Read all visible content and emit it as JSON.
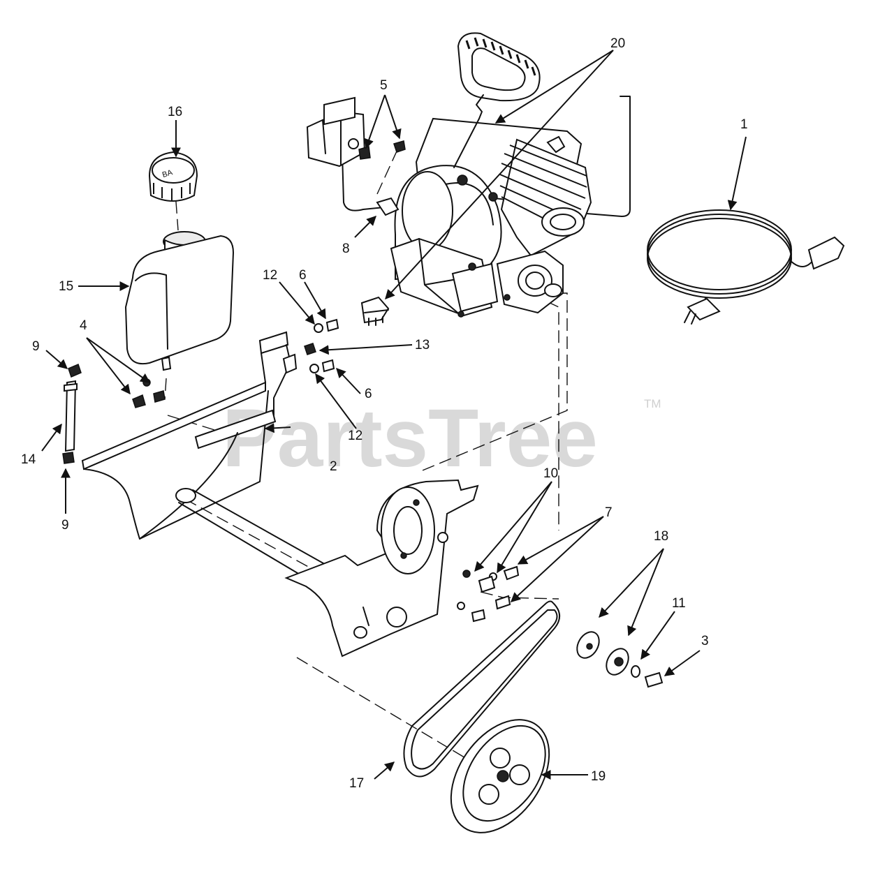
{
  "watermark": {
    "text": "PartsTree",
    "trademark": "TM"
  },
  "callouts": [
    {
      "id": "c1",
      "label": "1"
    },
    {
      "id": "c2",
      "label": "2"
    },
    {
      "id": "c3",
      "label": "3"
    },
    {
      "id": "c4",
      "label": "4"
    },
    {
      "id": "c5",
      "label": "5"
    },
    {
      "id": "c6a",
      "label": "6"
    },
    {
      "id": "c6b",
      "label": "6"
    },
    {
      "id": "c7",
      "label": "7"
    },
    {
      "id": "c8",
      "label": "8"
    },
    {
      "id": "c9a",
      "label": "9"
    },
    {
      "id": "c9b",
      "label": "9"
    },
    {
      "id": "c10",
      "label": "10"
    },
    {
      "id": "c11",
      "label": "11"
    },
    {
      "id": "c12a",
      "label": "12"
    },
    {
      "id": "c12b",
      "label": "12"
    },
    {
      "id": "c13",
      "label": "13"
    },
    {
      "id": "c14",
      "label": "14"
    },
    {
      "id": "c15",
      "label": "15"
    },
    {
      "id": "c16",
      "label": "16"
    },
    {
      "id": "c17",
      "label": "17"
    },
    {
      "id": "c18",
      "label": "18"
    },
    {
      "id": "c19",
      "label": "19"
    },
    {
      "id": "c20",
      "label": "20"
    }
  ]
}
